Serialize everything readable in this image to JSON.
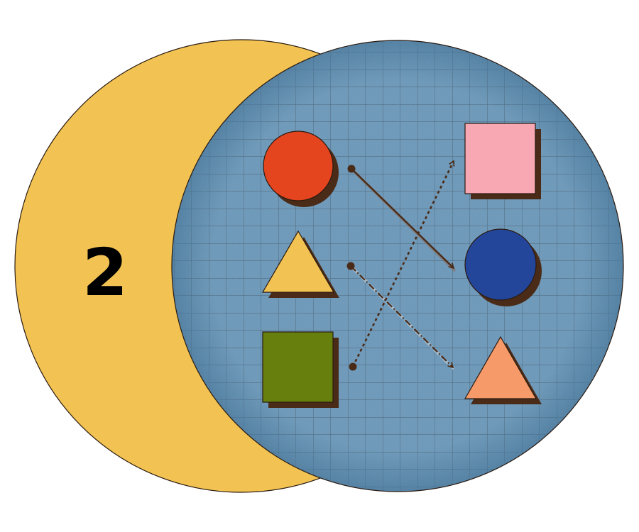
{
  "step_number": "2",
  "colors": {
    "left_circle": "#f2c352",
    "right_circle": "#6e98b8",
    "grid_line": "#3b4e5e",
    "shadow": "#4a2b18",
    "arrow": "#4a2b18"
  },
  "shapes": {
    "left": [
      {
        "name": "red-circle",
        "kind": "circle",
        "color": "#e4451f"
      },
      {
        "name": "yellow-triangle",
        "kind": "triangle",
        "color": "#f2c352"
      },
      {
        "name": "green-square",
        "kind": "square",
        "color": "#677f0d"
      }
    ],
    "right": [
      {
        "name": "pink-square",
        "kind": "square",
        "color": "#f8a8b2"
      },
      {
        "name": "blue-circle",
        "kind": "circle",
        "color": "#23469a"
      },
      {
        "name": "orange-triangle",
        "kind": "triangle",
        "color": "#f59a68"
      }
    ]
  },
  "mappings": [
    {
      "from": "red-circle",
      "to": "blue-circle",
      "style": "solid"
    },
    {
      "from": "yellow-triangle",
      "to": "orange-triangle",
      "style": "dash-dot"
    },
    {
      "from": "green-square",
      "to": "pink-square",
      "style": "dotted"
    }
  ]
}
